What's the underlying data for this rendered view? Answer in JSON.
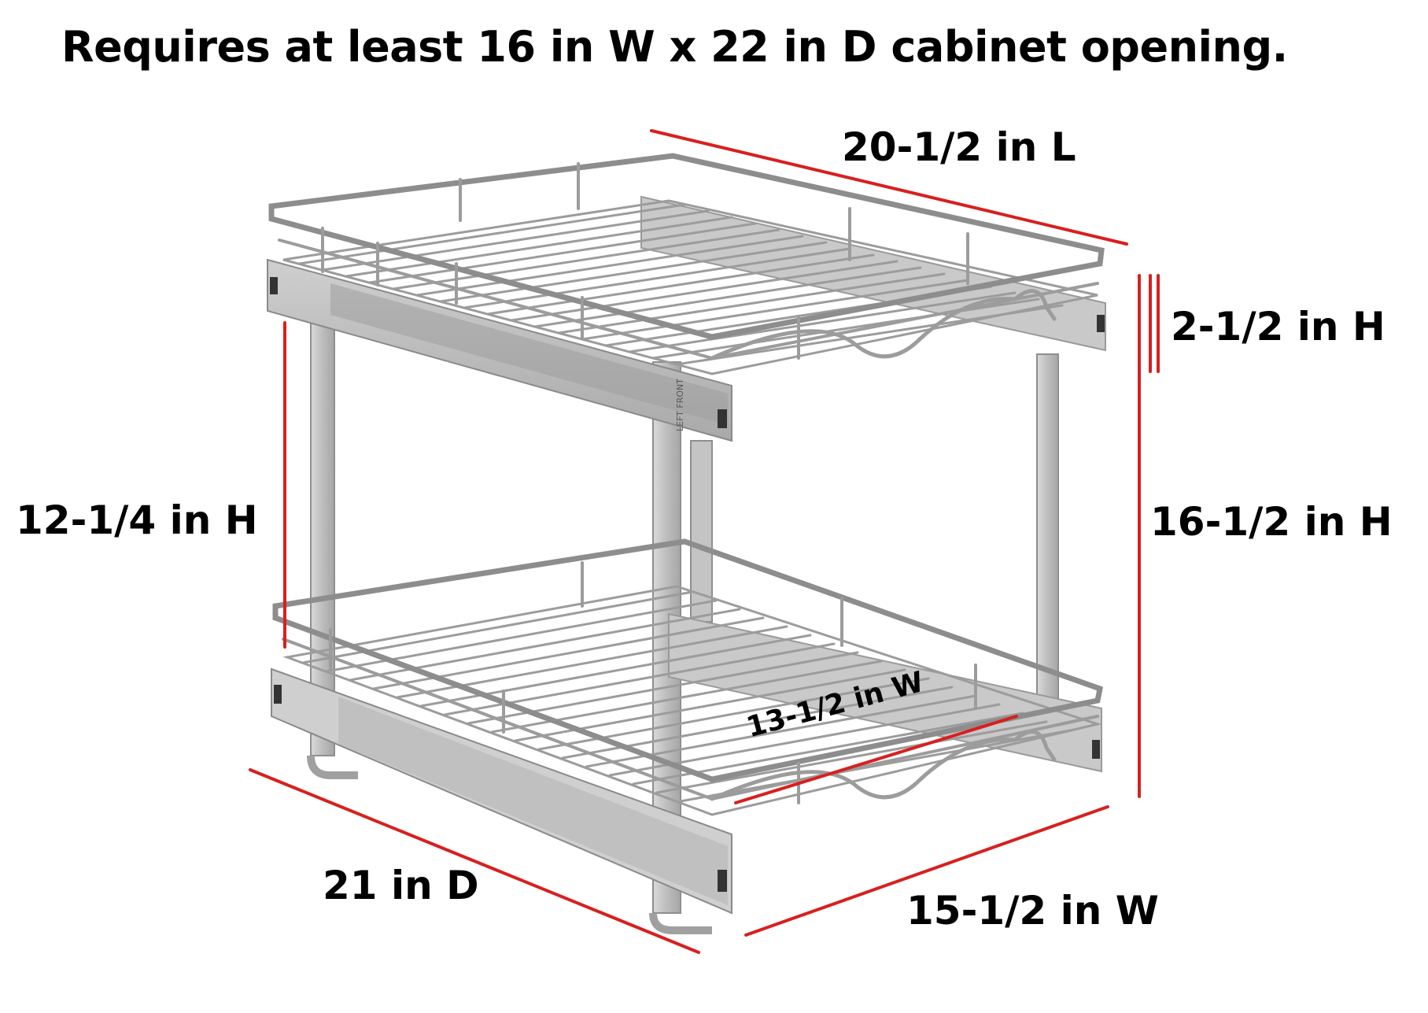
{
  "headline": "Requires at least 16 in W x 22 in D cabinet opening.",
  "dimensions": {
    "length": "20-1/2 in L",
    "basket_height": "2-1/2 in H",
    "overall_height": "16-1/2 in H",
    "clearance_height": "12-1/4 in H",
    "depth": "21 in D",
    "width": "15-1/2 in W",
    "inner_width": "13-1/2 in W"
  },
  "rail_label": "LEFT FRONT",
  "colors": {
    "dimension_line": "#d7201f",
    "chrome_wire": "#9a9a9a",
    "frame": "#b9b9b9",
    "text": "#000000"
  }
}
